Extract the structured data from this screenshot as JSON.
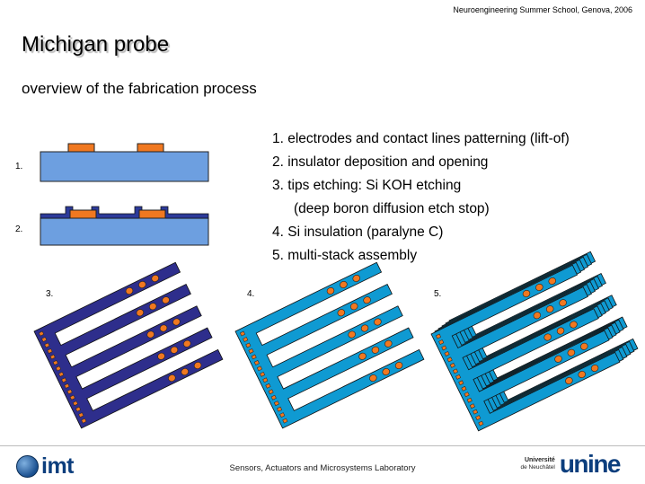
{
  "header": {
    "conference": "Neuroengineering Summer School, Genova, 2006"
  },
  "slide": {
    "title": "Michigan probe",
    "subtitle": "overview of the fabrication process"
  },
  "steps": [
    "1. electrodes and contact lines patterning (lift-of)",
    "2. insulator deposition and opening",
    "3. tips etching: Si KOH etching",
    "(deep boron diffusion etch stop)",
    "4. Si insulation (paralyne C)",
    "5. multi-stack assembly"
  ],
  "figure_labels": [
    "1.",
    "2.",
    "3.",
    "4.",
    "5."
  ],
  "colors": {
    "substrate": "#6d9fe0",
    "electrode": "#f07820",
    "insulator": "#2c3a9a",
    "probe_dark": "#2e2e8c",
    "probe_light": "#0f9ad2"
  },
  "footer": {
    "logo_left": "imt",
    "lab": "Sensors, Actuators and Microsystems Laboratory",
    "university_line1": "Université",
    "university_line2": "de Neuchâtel",
    "logo_right": "unine"
  }
}
